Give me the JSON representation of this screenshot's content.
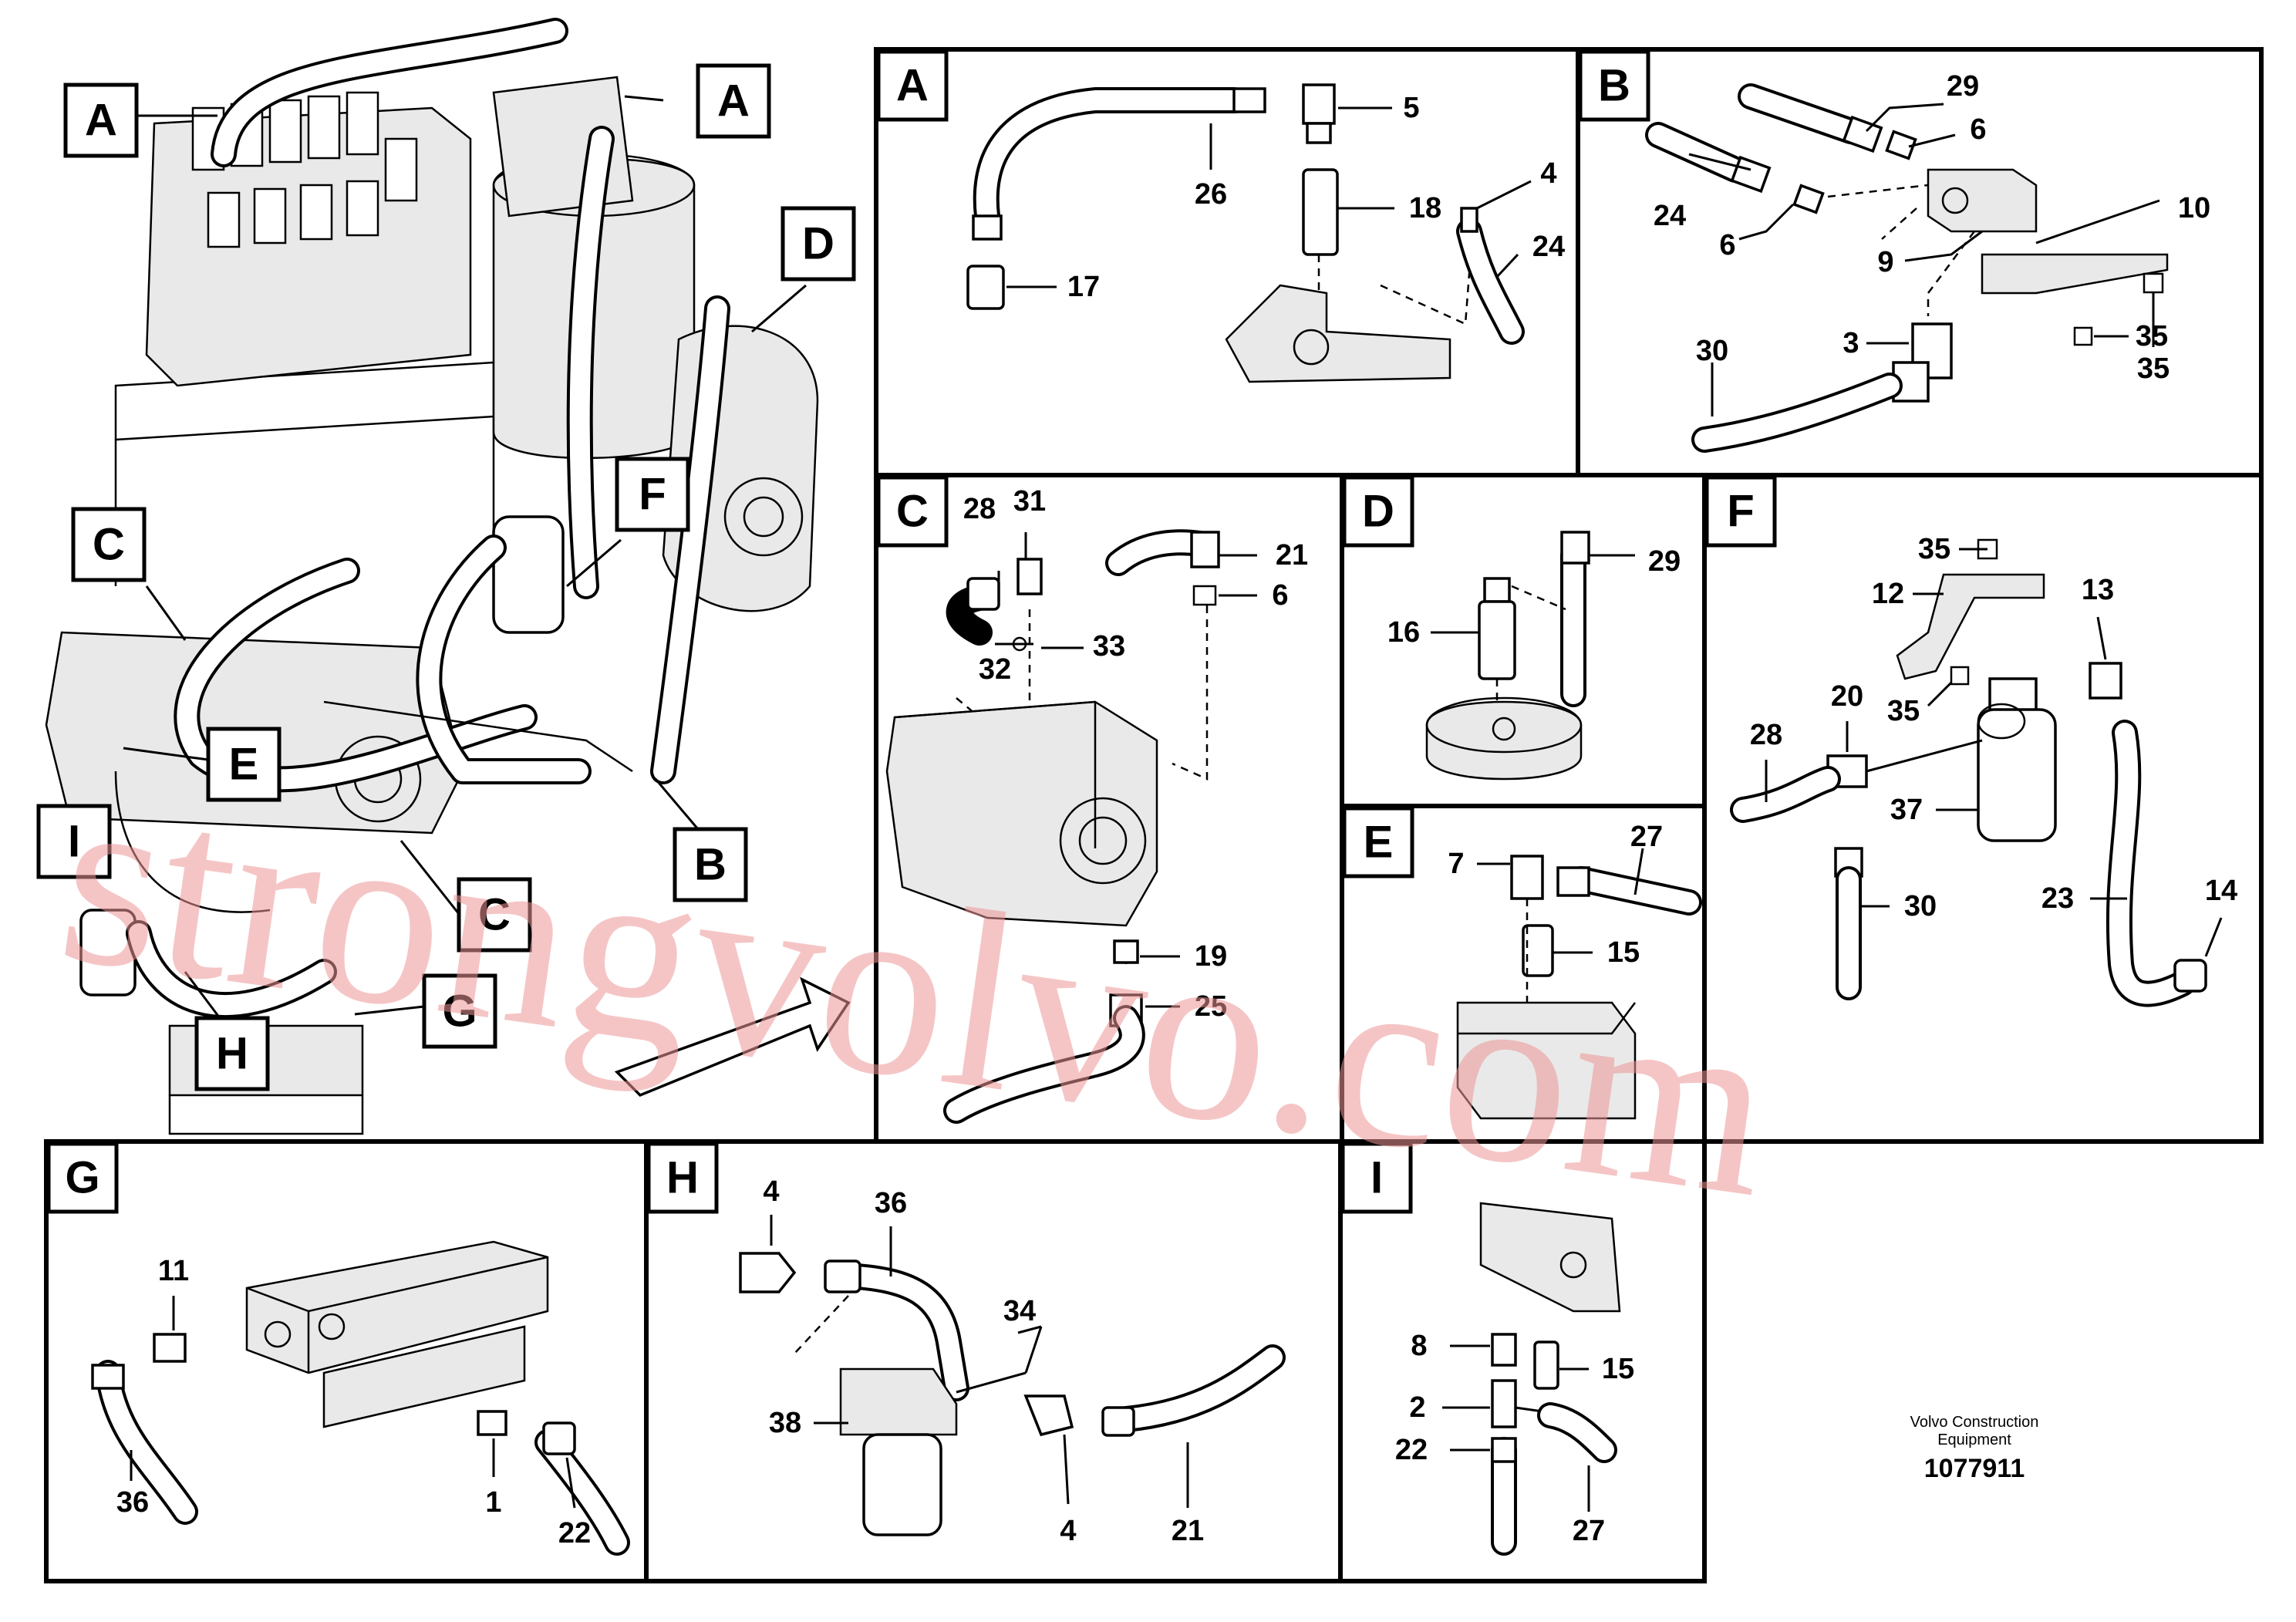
{
  "panels": [
    {
      "id": "A",
      "label": "A"
    },
    {
      "id": "B",
      "label": "B"
    },
    {
      "id": "C",
      "label": "C"
    },
    {
      "id": "D",
      "label": "D"
    },
    {
      "id": "E",
      "label": "E"
    },
    {
      "id": "F",
      "label": "F"
    },
    {
      "id": "G",
      "label": "G"
    },
    {
      "id": "H",
      "label": "H"
    },
    {
      "id": "I",
      "label": "I"
    }
  ],
  "overview_callouts": [
    "A",
    "A",
    "D",
    "C",
    "F",
    "E",
    "I",
    "B",
    "C",
    "G",
    "H"
  ],
  "part_numbers": {
    "A": [
      "5",
      "26",
      "18",
      "4",
      "24",
      "17"
    ],
    "B": [
      "29",
      "6",
      "24",
      "6",
      "9",
      "10",
      "3",
      "35",
      "30",
      "35"
    ],
    "C": [
      "28",
      "31",
      "21",
      "6",
      "33",
      "32",
      "19",
      "25"
    ],
    "D": [
      "29",
      "16"
    ],
    "E": [
      "7",
      "27",
      "15"
    ],
    "F": [
      "35",
      "12",
      "13",
      "35",
      "20",
      "28",
      "37",
      "30",
      "23",
      "14"
    ],
    "G": [
      "11",
      "36",
      "1",
      "22"
    ],
    "H": [
      "4",
      "36",
      "34",
      "38",
      "4",
      "21"
    ],
    "I": [
      "8",
      "15",
      "2",
      "22",
      "27"
    ]
  },
  "footer": {
    "company_line1": "Volvo Construction",
    "company_line2": "Equipment",
    "drawing_number": "1077911"
  },
  "watermark": "strongvolvo.com"
}
